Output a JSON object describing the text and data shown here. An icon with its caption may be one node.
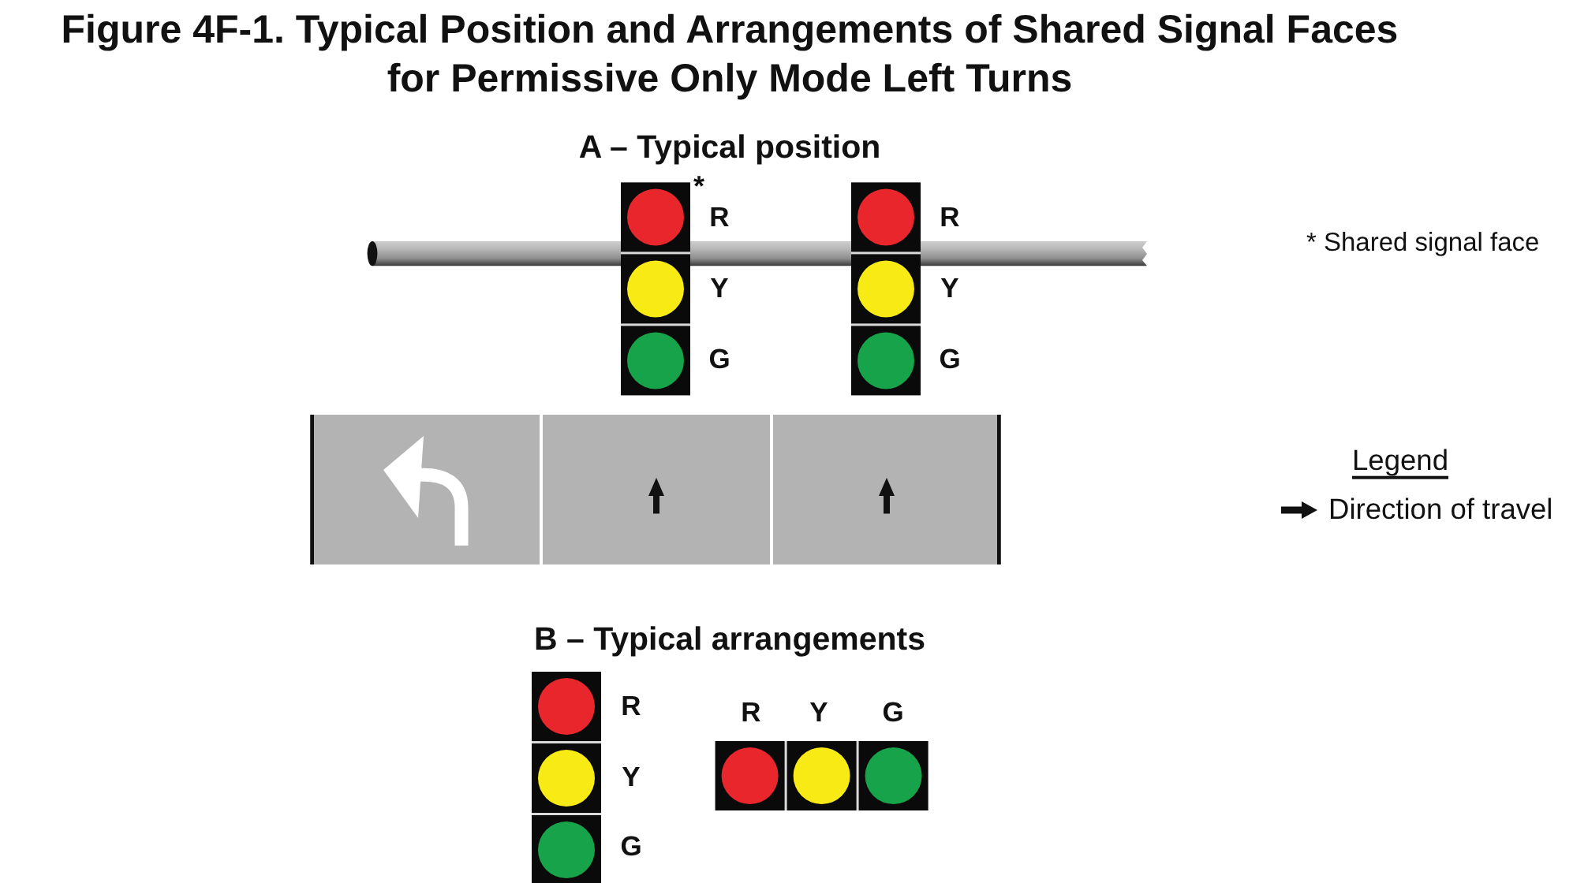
{
  "diagram": {
    "title": "Figure 4F-1. Typical Position and Arrangements of Shared Signal Faces for Permissive Only Mode Left Turns",
    "labels": [
      "A – Typical position",
      "*",
      "R",
      "R",
      "* Shared signal face",
      "Y",
      "Y",
      "G",
      "G",
      "Legend",
      "B – Typical arrangements",
      "R",
      "R",
      "Y",
      "G",
      "Y",
      "G"
    ],
    "legend": [
      {
        "text": "Direction of travel"
      }
    ]
  }
}
